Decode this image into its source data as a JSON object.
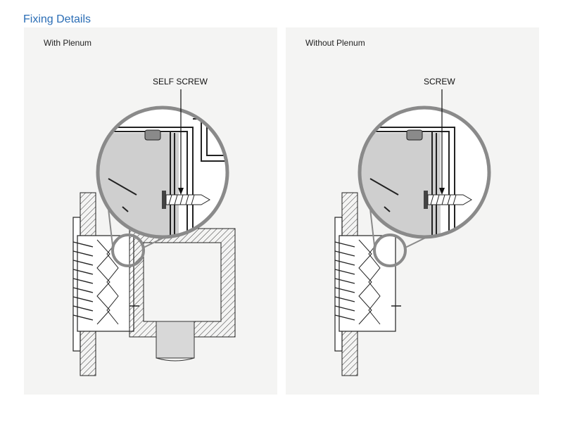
{
  "title": "Fixing Details",
  "panels": [
    {
      "label": "With Plenum",
      "callout": "SELF SCREW"
    },
    {
      "label": "Without Plenum",
      "callout": "SCREW"
    }
  ],
  "colors": {
    "title": "#2a6db5",
    "panel_bg": "#f4f4f3",
    "line": "#1a1a1a",
    "magnifier": "#8a8a8a",
    "fill_grey": "#cfcfcf"
  }
}
